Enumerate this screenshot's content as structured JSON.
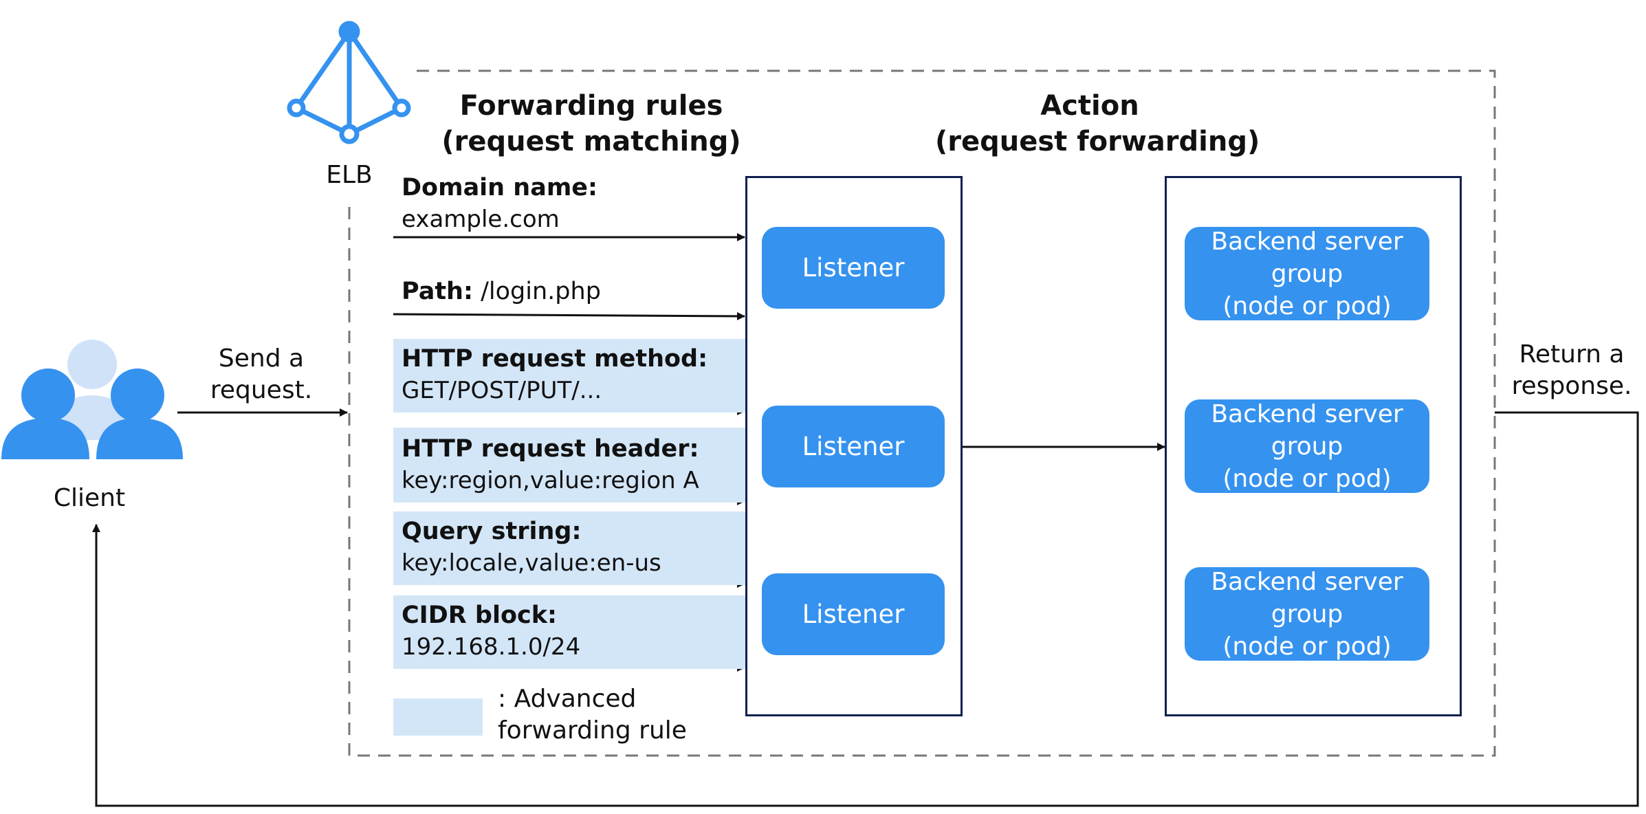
{
  "elb": {
    "label": "ELB"
  },
  "client": {
    "label": "Client"
  },
  "send": {
    "line1": "Send a",
    "line2": "request."
  },
  "return": {
    "line1": "Return a",
    "line2": "response."
  },
  "forwarding_rules": {
    "title_line1": "Forwarding rules",
    "title_line2": "(request matching)"
  },
  "action": {
    "title_line1": "Action",
    "title_line2": "(request forwarding)"
  },
  "rules": {
    "domain": {
      "name": "Domain name:",
      "value": "example.com"
    },
    "path": {
      "name": "Path:",
      "value": " /login.php"
    },
    "method": {
      "name": "HTTP request method:",
      "value": "GET/POST/PUT/..."
    },
    "header": {
      "name": "HTTP request header:",
      "value": "key:region,value:region A"
    },
    "query": {
      "name": "Query string:",
      "value": "key:locale,value:en-us"
    },
    "cidr": {
      "name": "CIDR block:",
      "value": "192.168.1.0/24"
    }
  },
  "listeners": [
    "Listener",
    "Listener",
    "Listener"
  ],
  "backend": {
    "line1": "Backend server",
    "line2": "group",
    "line3": "(node or pod)"
  },
  "legend": {
    "line1": ": Advanced",
    "line2": "forwarding rule"
  },
  "colors": {
    "accent": "#3592ef",
    "advanced_rule_bg": "#d3e6f8",
    "panel_border": "#0f1f4f",
    "elb_icon": "#3592ef",
    "client_icon_light": "#cfe2f8"
  }
}
